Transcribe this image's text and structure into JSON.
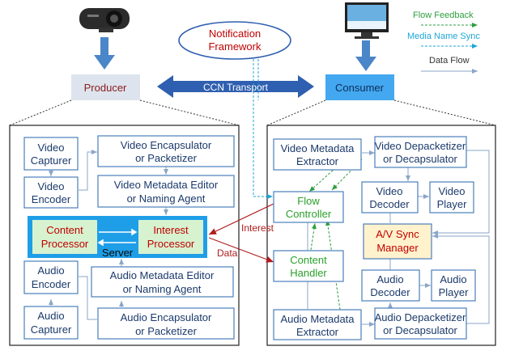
{
  "top": {
    "notification": [
      "Notification",
      "Framework"
    ],
    "producer": "Producer",
    "consumer": "Consumer",
    "transport": "CCN Transport"
  },
  "legend": {
    "flow_feedback": "Flow Feedback",
    "media_name_sync": "Media Name Sync",
    "data_flow": "Data Flow"
  },
  "producer": {
    "video_capturer": [
      "Video",
      "Capturer"
    ],
    "video_encoder": [
      "Video",
      "Encoder"
    ],
    "video_encapsulator": [
      "Video Encapsulator",
      "or Packetizer"
    ],
    "video_metadata_editor": [
      "Video Metadata Editor",
      "or Naming Agent"
    ],
    "server": "Server",
    "content_processor": [
      "Content",
      "Processor"
    ],
    "interest_processor": [
      "Interest",
      "Processor"
    ],
    "audio_encoder": [
      "Audio",
      "Encoder"
    ],
    "audio_capturer": [
      "Audio",
      "Capturer"
    ],
    "audio_metadata_editor": [
      "Audio Metadata Editor",
      "or Naming Agent"
    ],
    "audio_encapsulator": [
      "Audio Encapsulator",
      "or Packetizer"
    ]
  },
  "consumer": {
    "video_metadata_extractor": [
      "Video Metadata",
      "Extractor"
    ],
    "video_depacketizer": [
      "Video Depacketizer",
      "or Decapsulator"
    ],
    "flow_controller": [
      "Flow",
      "Controller"
    ],
    "video_decoder": [
      "Video",
      "Decoder"
    ],
    "video_player": [
      "Video",
      "Player"
    ],
    "av_sync_manager": [
      "A/V Sync",
      "Manager"
    ],
    "content_handler": [
      "Content",
      "Handler"
    ],
    "audio_decoder": [
      "Audio",
      "Decoder"
    ],
    "audio_player": [
      "Audio",
      "Player"
    ],
    "audio_metadata_extractor": [
      "Audio Metadata",
      "Extractor"
    ],
    "audio_depacketizer": [
      "Audio Depacketizer",
      "or Decapsulator"
    ]
  },
  "links": {
    "interest": "Interest",
    "data": "Data"
  },
  "colors": {
    "box_border": "#4a7ebb",
    "flow_feedback": "#2e9e3f",
    "media_name_sync": "#1ea6d6",
    "data_flow_line": "#8aa6c8",
    "interest_data_arrow": "#b01c1c",
    "server_bg": "#1f9ee8",
    "processor_bg": "#d6f2cf",
    "processor_text": "#c00000",
    "av_sync_bg": "#fff2cc",
    "producer_bg": "#dde4ee",
    "producer_text": "#8b1a1a",
    "consumer_bg": "#43a8f0",
    "transport_bg": "#2f5fb0",
    "notification_text": "#c00000",
    "notification_border": "#2f5fb0",
    "consumer_text_green": "#2aa02a"
  },
  "icons": {
    "webcam": "webcam-icon",
    "monitor": "monitor-icon"
  }
}
